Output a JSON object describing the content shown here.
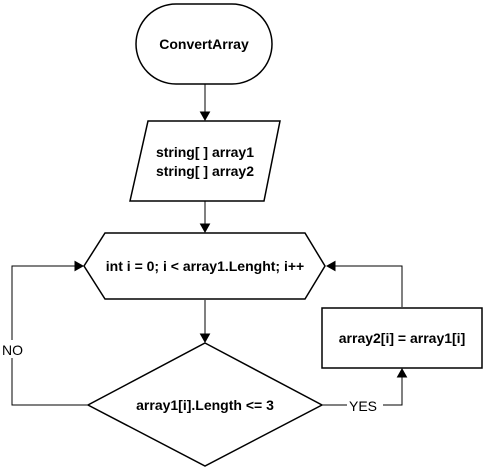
{
  "diagram": {
    "nodes": {
      "start": {
        "label": "ConvertArray"
      },
      "input": {
        "lines": [
          "string[ ] array1",
          "string[ ] array2"
        ]
      },
      "loop": {
        "label": "int i = 0; i < array1.Lenght; i++"
      },
      "condition": {
        "label": "array1[i].Length <= 3"
      },
      "assign": {
        "label": "array2[i] = array1[i]"
      }
    },
    "edges": {
      "yes_label": "YES",
      "no_label": "NO"
    }
  }
}
